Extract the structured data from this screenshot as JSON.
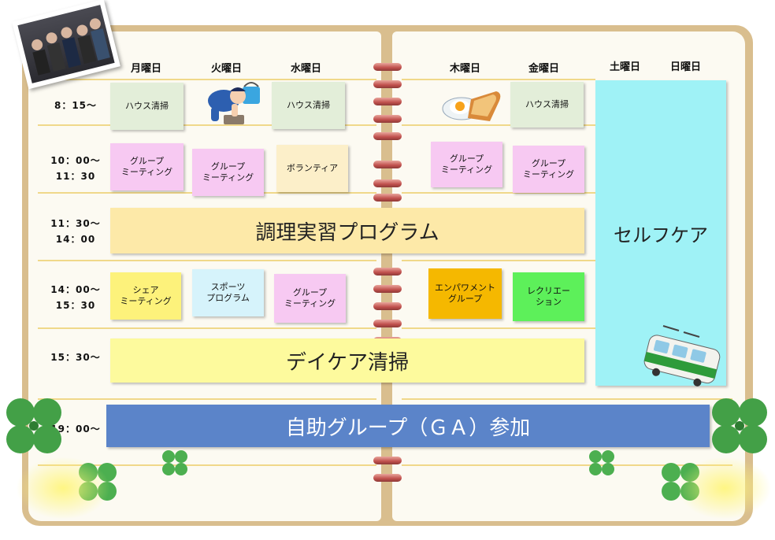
{
  "days": [
    "月曜日",
    "火曜日",
    "水曜日",
    "木曜日",
    "金曜日",
    "土曜日",
    "日曜日"
  ],
  "times": [
    "8：15～",
    "10：00～\n11：30",
    "11：30～\n14：00",
    "14：00～\n15：30",
    "15：30～",
    "19：00～"
  ],
  "activities": {
    "mon_house": "ハウス清掃",
    "wed_house": "ハウス清掃",
    "fri_house": "ハウス清掃",
    "mon_group": "グループ\nミーティング",
    "tue_group": "グループ\nミーティング",
    "wed_volunteer": "ボランティア",
    "thu_group": "グループ\nミーティング",
    "fri_group": "グループ\nミーティング",
    "mon_share": "シェア\nミーティング",
    "tue_sports": "スポーツ\nプログラム",
    "wed_group": "グループ\nミーティング",
    "thu_empower": "エンパワメント\nグループ",
    "fri_recreation": "レクリエー\nション"
  },
  "bands": {
    "cooking": "調理実習プログラム",
    "daycare": "デイケア清掃",
    "selfcare": "セルフケア",
    "ga": "自助グループ（ＧＡ）参加"
  },
  "colors": {
    "house": "#e3eed9",
    "meeting_pink": "#f7c9f2",
    "volunteer": "#fcefc9",
    "cooking": "#fde9a8",
    "share": "#fdf27b",
    "sports": "#d6f3fb",
    "empower": "#f5b800",
    "recreation": "#5df05a",
    "daycare": "#fdfa9d",
    "selfcare": "#9ff2f6",
    "ga": "#5b84c9"
  }
}
